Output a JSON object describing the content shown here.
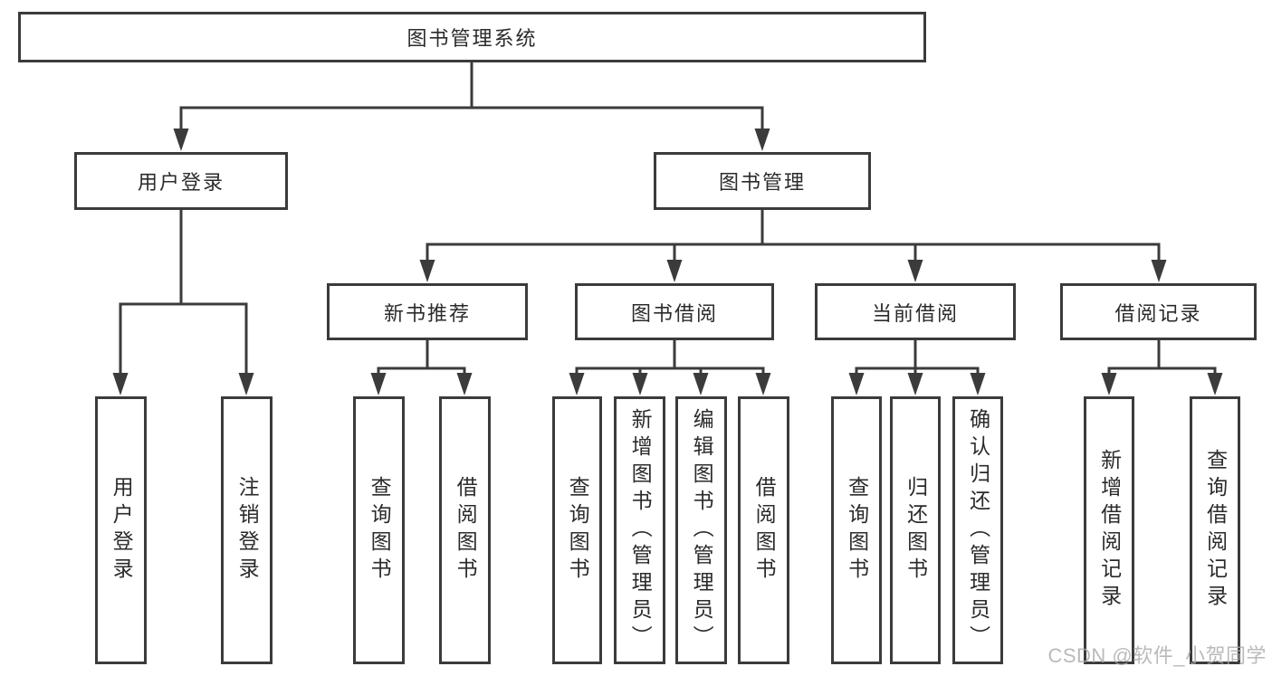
{
  "diagram_title": "图书管理系统",
  "tree": {
    "label": "图书管理系统",
    "children": [
      {
        "label": "用户登录",
        "children": [
          {
            "label": "用户登录"
          },
          {
            "label": "注销登录"
          }
        ]
      },
      {
        "label": "图书管理",
        "children": [
          {
            "label": "新书推荐",
            "children": [
              {
                "label": "查询图书"
              },
              {
                "label": "借阅图书"
              }
            ]
          },
          {
            "label": "图书借阅",
            "children": [
              {
                "label": "查询图书"
              },
              {
                "label": "新增图书（管理员）"
              },
              {
                "label": "编辑图书（管理员）"
              },
              {
                "label": "借阅图书"
              }
            ]
          },
          {
            "label": "当前借阅",
            "children": [
              {
                "label": "查询图书"
              },
              {
                "label": "归还图书"
              },
              {
                "label": "确认归还（管理员）"
              }
            ]
          },
          {
            "label": "借阅记录",
            "children": [
              {
                "label": "新增借阅记录"
              },
              {
                "label": "查询借阅记录"
              }
            ]
          }
        ]
      }
    ]
  },
  "watermark": "CSDN @软件_小贺同学",
  "colors": {
    "line": "#3b3b3b",
    "text": "#2b2b2b",
    "box_background": "#ffffff",
    "watermark": "#a9a9a9",
    "page_background": "#ffffff"
  }
}
